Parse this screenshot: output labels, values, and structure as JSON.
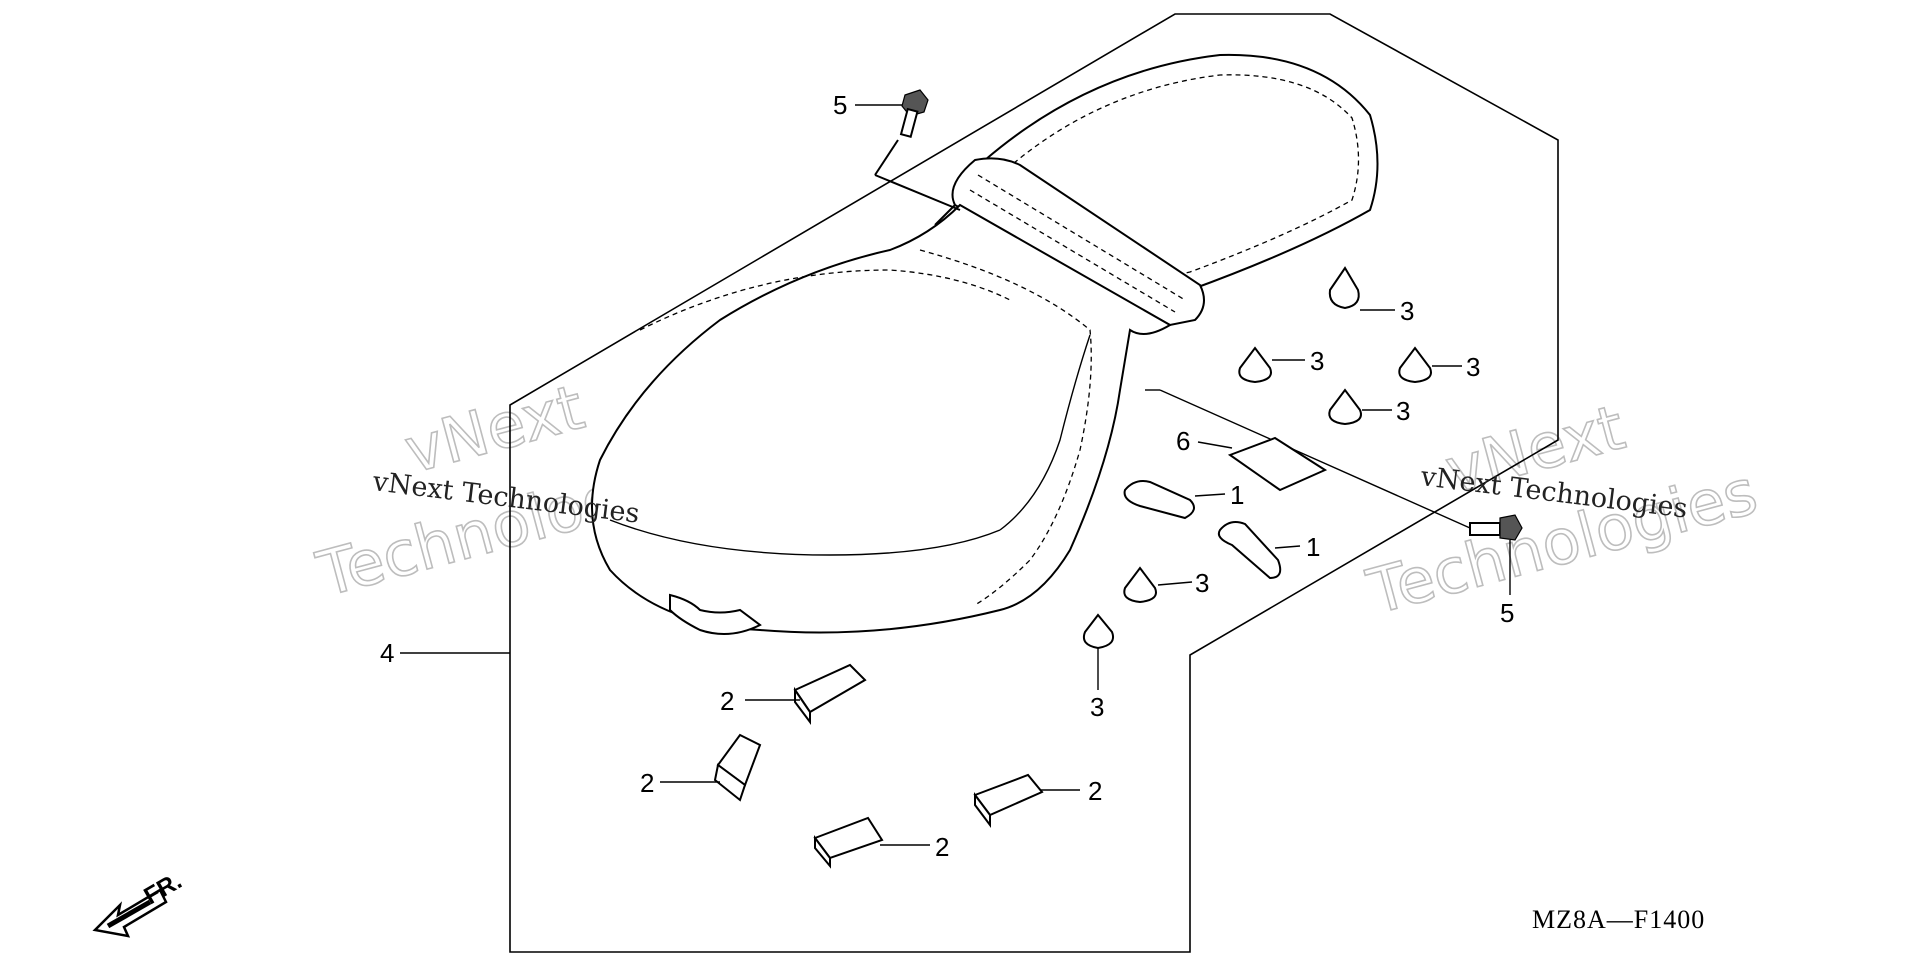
{
  "diagram": {
    "code": "MZ8A—F1400",
    "front_label": "FR.",
    "watermark_line": "vNext Technologies",
    "watermark_big_top": "vNext",
    "watermark_big_bottom": "Technologies",
    "callouts": {
      "c1a": "1",
      "c1b": "1",
      "c2a": "2",
      "c2b": "2",
      "c2c": "2",
      "c2d": "2",
      "c3a": "3",
      "c3b": "3",
      "c3c": "3",
      "c3d": "3",
      "c3e": "3",
      "c3f": "3",
      "c4": "4",
      "c5a": "5",
      "c5b": "5",
      "c6": "6"
    }
  }
}
